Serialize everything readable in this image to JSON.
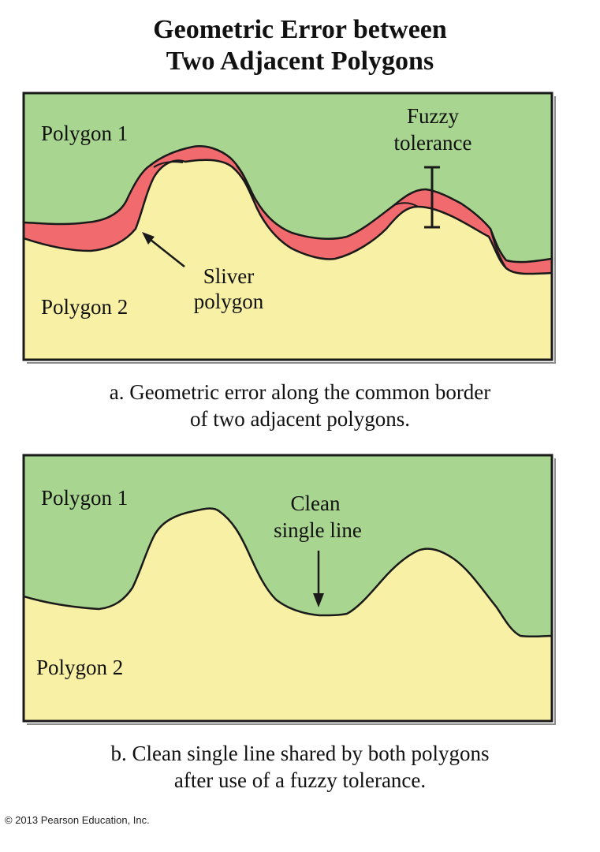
{
  "title": {
    "line1": "Geometric Error between",
    "line2": "Two Adjacent Polygons"
  },
  "colors": {
    "polygon1": "#a8d58f",
    "polygon2": "#f8f0a4",
    "sliver": "#f06a6e",
    "outline": "#1a1a1a"
  },
  "panel_a": {
    "polygon1_label": "Polygon 1",
    "polygon2_label": "Polygon 2",
    "fuzzy_line1": "Fuzzy",
    "fuzzy_line2": "tolerance",
    "sliver_line1": "Sliver",
    "sliver_line2": "polygon",
    "caption_line1": "a. Geometric error along the common border",
    "caption_line2": "of two adjacent polygons."
  },
  "panel_b": {
    "polygon1_label": "Polygon 1",
    "polygon2_label": "Polygon 2",
    "clean_line1": "Clean",
    "clean_line2": "single line",
    "caption_line1": "b. Clean single line shared by both polygons",
    "caption_line2": "after use of a fuzzy tolerance."
  },
  "copyright": "© 2013 Pearson Education, Inc."
}
